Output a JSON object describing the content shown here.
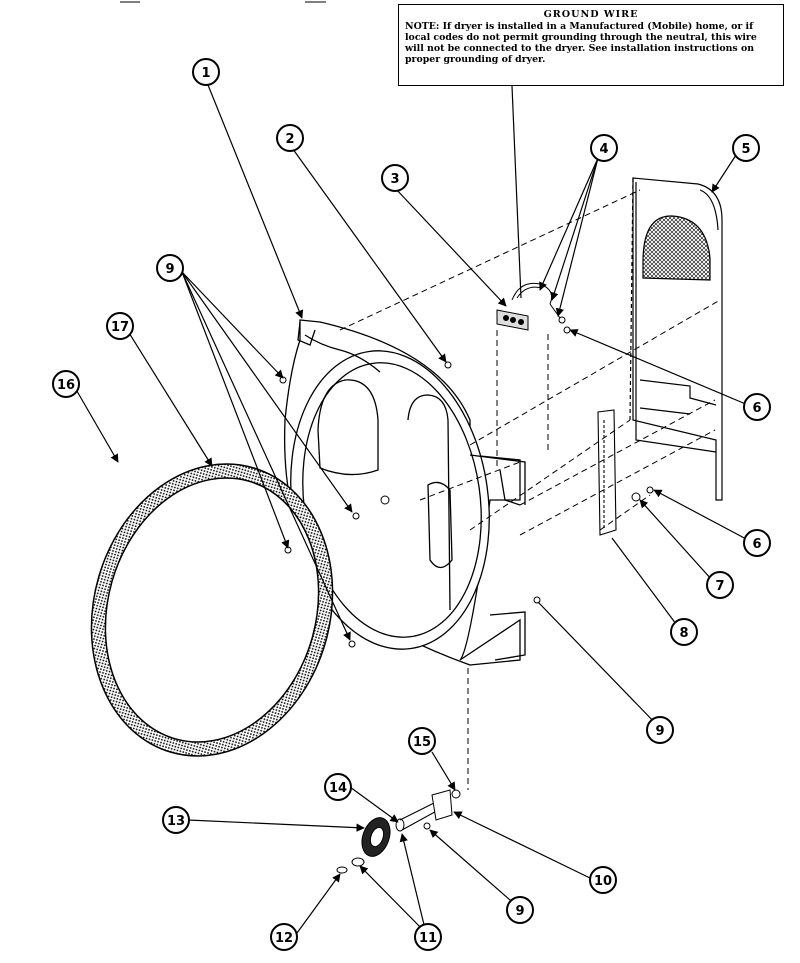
{
  "note": {
    "title": "GROUND WIRE",
    "label": "NOTE:",
    "text": "If dryer is installed in a Manufactured (Mobile) home, or if local codes do not permit grounding through the neutral, this wire will not be connected to the dryer. See installation instructions on proper grounding of dryer."
  },
  "callouts": [
    {
      "id": "callout-1",
      "label": "1"
    },
    {
      "id": "callout-2",
      "label": "2"
    },
    {
      "id": "callout-3",
      "label": "3"
    },
    {
      "id": "callout-4",
      "label": "4"
    },
    {
      "id": "callout-5",
      "label": "5"
    },
    {
      "id": "callout-6a",
      "label": "6"
    },
    {
      "id": "callout-6b",
      "label": "6"
    },
    {
      "id": "callout-7",
      "label": "7"
    },
    {
      "id": "callout-8",
      "label": "8"
    },
    {
      "id": "callout-9a",
      "label": "9"
    },
    {
      "id": "callout-9b",
      "label": "9"
    },
    {
      "id": "callout-9c",
      "label": "9"
    },
    {
      "id": "callout-10",
      "label": "10"
    },
    {
      "id": "callout-11",
      "label": "11"
    },
    {
      "id": "callout-12",
      "label": "12"
    },
    {
      "id": "callout-13",
      "label": "13"
    },
    {
      "id": "callout-14",
      "label": "14"
    },
    {
      "id": "callout-15",
      "label": "15"
    },
    {
      "id": "callout-16",
      "label": "16"
    },
    {
      "id": "callout-17",
      "label": "17"
    }
  ]
}
